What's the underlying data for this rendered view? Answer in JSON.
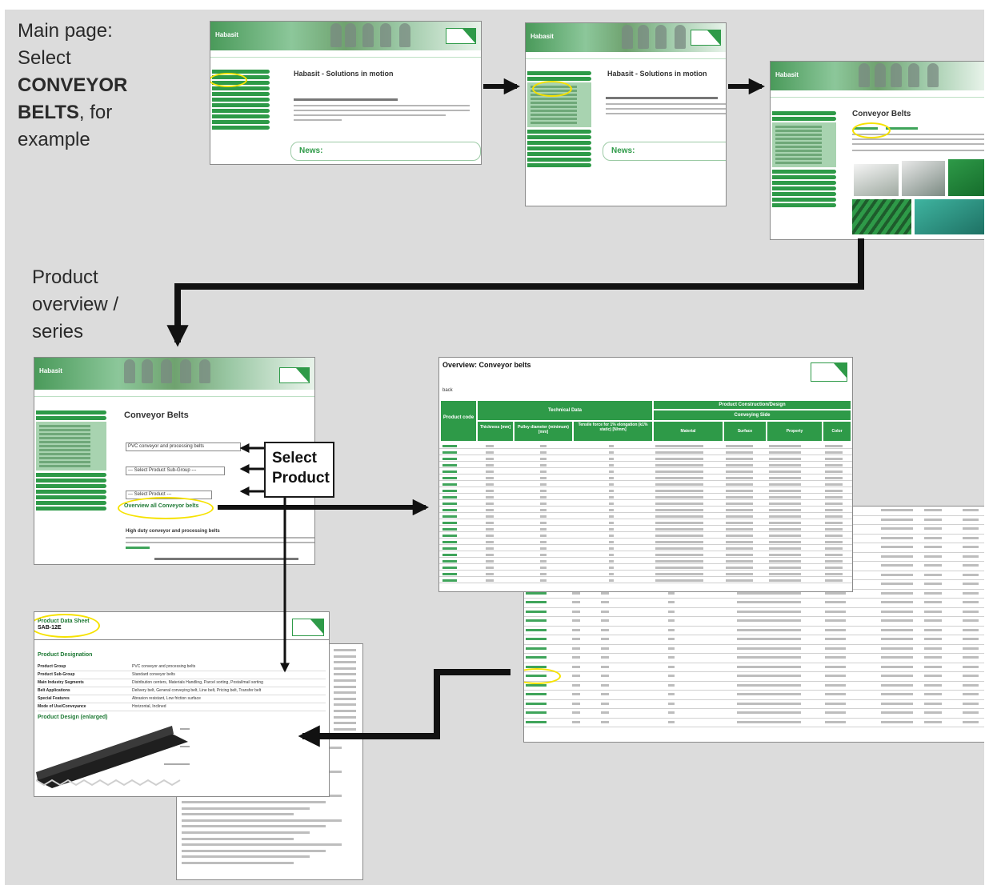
{
  "labels": {
    "main_line1": "Main page:",
    "main_line2": "Select",
    "main_bold": "CONVEYOR BELTS",
    "main_line3": ", for",
    "main_line4": "example",
    "overview_line1": "Product",
    "overview_line2": "overview /",
    "overview_line3": "series",
    "select_product_line1": "Select",
    "select_product_line2": "Product"
  },
  "screens": {
    "home": {
      "brand": "Habasit",
      "heading": "Habasit - Solutions in motion",
      "news_label": "News:"
    },
    "products": {
      "brand": "Habasit",
      "heading": "Habasit - Solutions in motion",
      "news_label": "News:"
    },
    "belts": {
      "brand": "Habasit",
      "heading": "Conveyor Belts"
    },
    "series": {
      "brand": "Habasit",
      "heading": "Conveyor Belts",
      "dropdown1": "PVC conveyor and processing belts",
      "dropdown2": "--- Select Product Sub-Group ---",
      "dropdown3": "--- Select Product ---",
      "overview_link": "Overview all Conveyor belts",
      "sub_heading": "High duty conveyor and processing belts"
    },
    "overview": {
      "title": "Overview: Conveyor belts",
      "back": "back",
      "col_product_code": "Product code",
      "col_technical": "Technical Data",
      "col_construction": "Product Construction/Design",
      "col_conveying": "Conveying Side",
      "col_thickness": "Thickness [mm]",
      "col_pulley": "Pulley diameter (minimum) [mm]",
      "col_tensile": "Tensile force for 1% elongation (k1% static) [N/mm]",
      "col_material": "Material",
      "col_surface": "Surface",
      "col_property": "Property",
      "col_color": "Color"
    },
    "datasheet": {
      "title": "Product Data Sheet",
      "code": "SAB-12E",
      "designation": "Product Designation",
      "design_enlarged": "Product Design (enlarged)",
      "rows": [
        {
          "k": "Product Group",
          "v": "PVC conveyor and processing belts"
        },
        {
          "k": "Product Sub-Group",
          "v": "Standard conveyor belts"
        },
        {
          "k": "Main Industry Segments",
          "v": "Distribution centers, Materials Handling, Parcel sorting, Postal/mail sorting"
        },
        {
          "k": "Belt Applications",
          "v": "Delivery belt, General conveying belt, Line belt, Pricing belt, Transfer belt"
        },
        {
          "k": "Special Features",
          "v": "Abrasion resistant, Low friction surface"
        },
        {
          "k": "Mode of Use/Conveyance",
          "v": "Horizontal, Inclined"
        }
      ]
    }
  },
  "colors": {
    "accent_green": "#2e9a48",
    "highlight_yellow": "#f6e200",
    "background": "#dcdcdc"
  }
}
